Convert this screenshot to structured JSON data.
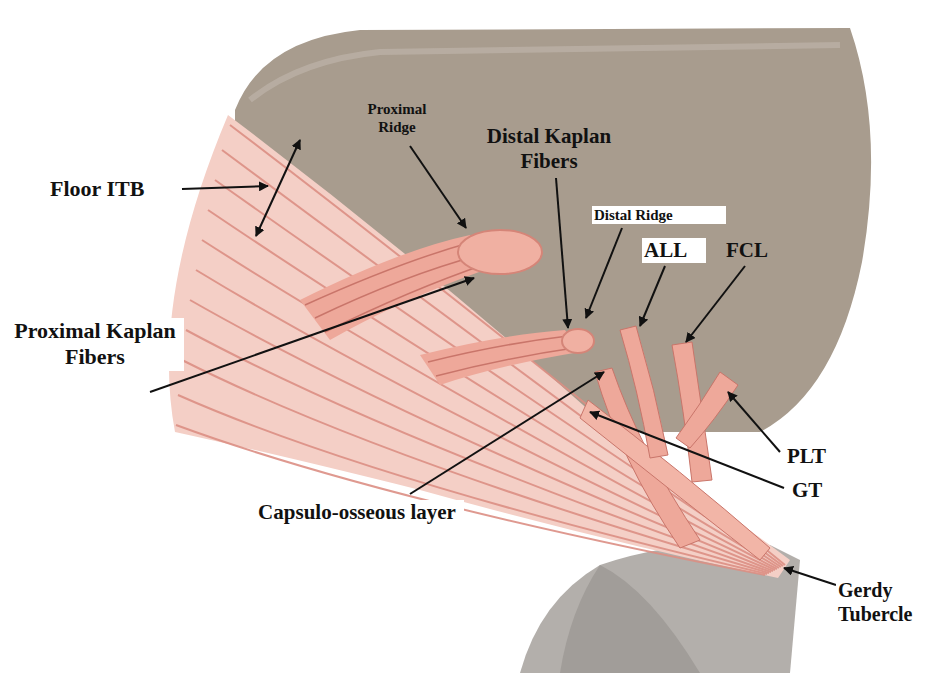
{
  "diagram": {
    "labels": [
      "Floor ITB",
      "Proximal Ridge",
      "Distal Kaplan Fibers",
      "Distal Ridge",
      "ALL",
      "FCL",
      "Proximal Kaplan Fibers",
      "PLT",
      "GT",
      "Capsulo-osseous layer",
      "Gerdy Tubercle"
    ]
  }
}
